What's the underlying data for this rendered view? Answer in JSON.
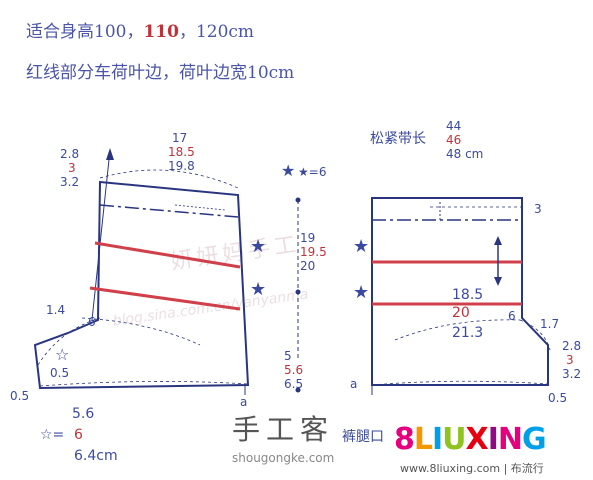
{
  "header": {
    "line1_prefix": "适合身高100，",
    "line1_red": "110",
    "line1_suffix": "，120cm",
    "line2": "红线部分车荷叶边，荷叶边宽10cm"
  },
  "front": {
    "top_sizes": [
      "17",
      "18.5",
      "19.8"
    ],
    "left_top_sizes": [
      "2.8",
      "3",
      "3.2"
    ],
    "crotch_sizes": [
      "1.4",
      "6"
    ],
    "hip_sizes": [
      "0.5"
    ],
    "bottom_left": "0.5",
    "bottom_a": "a",
    "star_sizes": [
      "5.6",
      "6",
      "6.4cm"
    ],
    "star_symbol": "☆="
  },
  "center": {
    "star_label": "★=6",
    "side_sizes": [
      "19",
      "19.5",
      "20"
    ],
    "bottom_sizes": [
      "5",
      "5.6",
      "6.5"
    ]
  },
  "back": {
    "title": "松紧带长",
    "elastic_sizes": [
      "44",
      "46",
      "48 cm"
    ],
    "top_right": "3",
    "hip_sizes": [
      "18.5",
      "20",
      "21.3"
    ],
    "crotch_sizes": [
      "6",
      "1.7"
    ],
    "right_sizes": [
      "2.8",
      "3",
      "3.2"
    ],
    "bottom_right": "0.5",
    "bottom_a": "a",
    "leg_label": "裤腿口"
  },
  "watermark": {
    "brand_cn": "妍妍妈手工",
    "blog": "blog.sina.com.cn/yanyanma"
  },
  "branding": {
    "site_cn": "手工客",
    "site_url": "shougongke.com",
    "logo_url": "www.8liuxing.com | 布流行"
  },
  "colors": {
    "outline": "#2a3580",
    "ruffle": "#d0404a",
    "text": "#3b4aa0",
    "accent_red": "#c0323a"
  }
}
